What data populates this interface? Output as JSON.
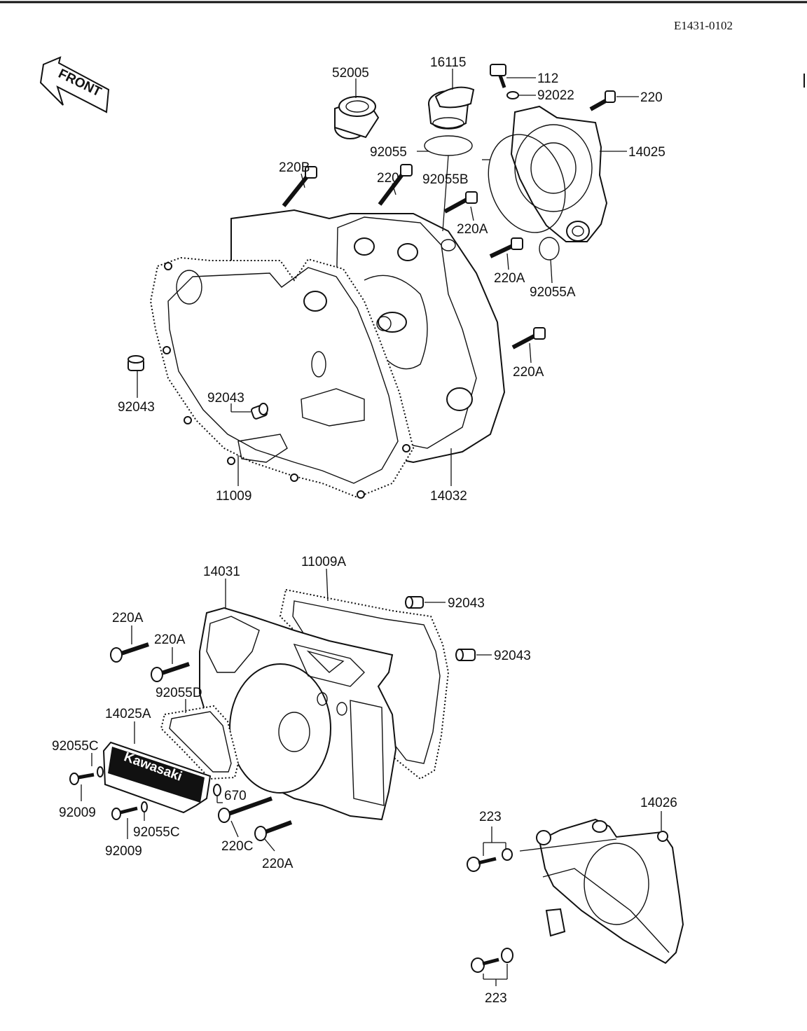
{
  "diagram_code": "E1431-0102",
  "front_arrow_text": "FRONT",
  "brand_text": "Kawasaki",
  "part_labels": {
    "p52005": "52005",
    "p16115": "16115",
    "p112": "112",
    "p92022": "92022",
    "p220_top_right": "220",
    "p14025": "14025",
    "p92055": "92055",
    "p92055B": "92055B",
    "p220B": "220B",
    "p220_mid": "220",
    "p220A_1": "220A",
    "p220A_2": "220A",
    "p92055A": "92055A",
    "p220A_3": "220A",
    "p92043_left": "92043",
    "p92043_center": "92043",
    "p11009": "11009",
    "p14032": "14032",
    "p14031": "14031",
    "p11009A": "11009A",
    "p92043_r1": "92043",
    "p92043_r2": "92043",
    "p220A_4": "220A",
    "p220A_5": "220A",
    "p92055D": "92055D",
    "p14025A": "14025A",
    "p92055C_1": "92055C",
    "p670": "670",
    "p92009_1": "92009",
    "p92055C_2": "92055C",
    "p92009_2": "92009",
    "p220C": "220C",
    "p220A_6": "220A",
    "p223_top": "223",
    "p14026": "14026",
    "p223_bottom": "223"
  }
}
